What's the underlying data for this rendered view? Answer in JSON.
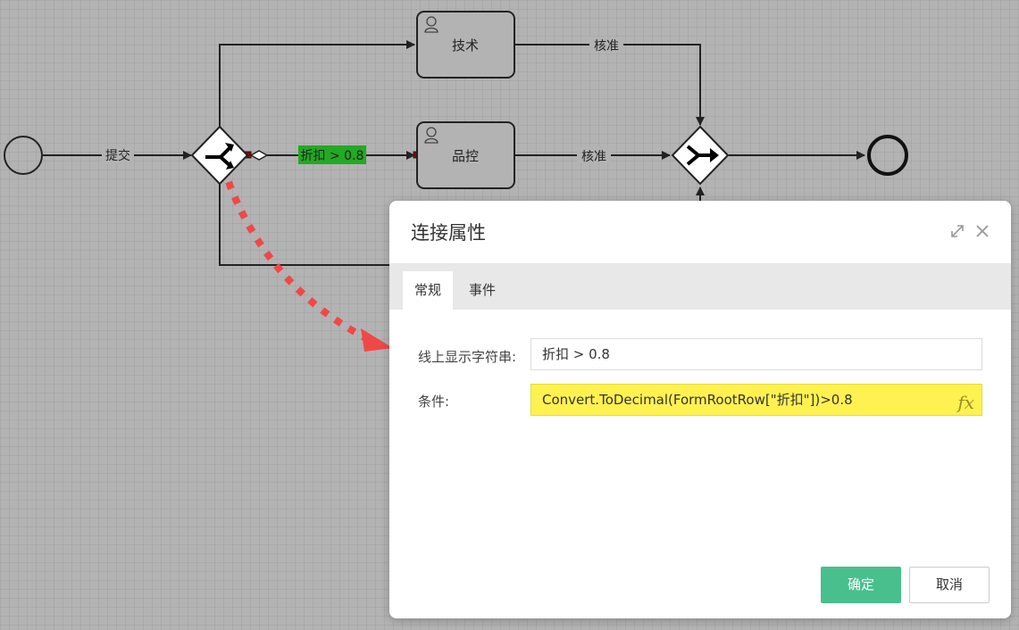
{
  "diagram": {
    "tasks": [
      {
        "id": "tech",
        "label": "技术"
      },
      {
        "id": "qc",
        "label": "品控"
      }
    ],
    "flows": {
      "submit": "提交",
      "condition": "折扣 > 0.8",
      "approve_top": "核准",
      "approve_mid": "核准"
    },
    "colors": {
      "condition_highlight": "#22aa22",
      "annotation_arrow": "#f04848"
    }
  },
  "dialog": {
    "title": "连接属性",
    "icons": {
      "expand": "expand-icon",
      "close": "close-icon"
    },
    "tabs": [
      {
        "label": "常规",
        "active": true
      },
      {
        "label": "事件",
        "active": false
      }
    ],
    "fields": {
      "display_label": "线上显示字符串:",
      "display_value": "折扣 > 0.8",
      "condition_label": "条件:",
      "condition_value": "Convert.ToDecimal(FormRootRow[\"折扣\"])>0.8",
      "fx_label": "fx"
    },
    "buttons": {
      "ok": "确定",
      "cancel": "取消"
    },
    "colors": {
      "ok": "#49bf8d",
      "condition_bg": "#fff250"
    }
  }
}
